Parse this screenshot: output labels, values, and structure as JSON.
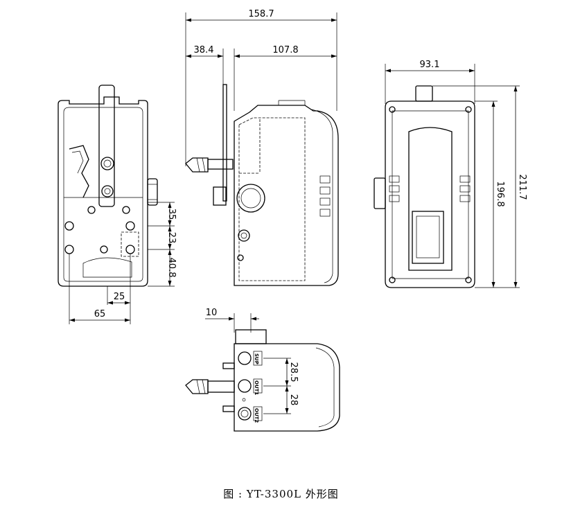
{
  "dimensions": {
    "overall_width": "158.7",
    "shaft_offset": "38.4",
    "body_depth": "107.8",
    "front_width": "93.1",
    "overall_height": "211.7",
    "body_height": "196.8",
    "hole_spacing_1": "35",
    "hole_spacing_2": "23",
    "hole_spacing_3": "40.8",
    "hole_offset_x": "25",
    "hole_width": "65",
    "bottom_offset": "10",
    "port_spacing_1": "28.5",
    "port_spacing_2": "28"
  },
  "port_labels": {
    "sup": "SUP",
    "out1": "OUT1",
    "out2": "OUT2"
  },
  "caption": "图 : YT-3300L 外形图"
}
